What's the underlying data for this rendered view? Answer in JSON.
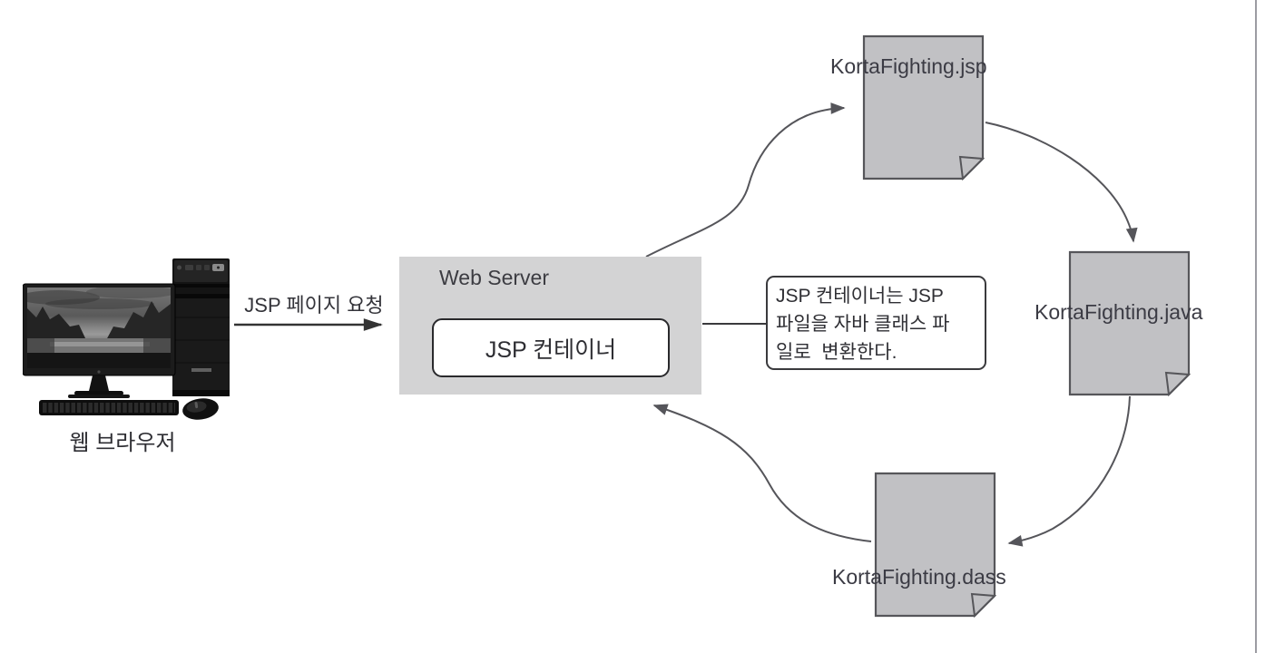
{
  "browser": {
    "label": "웹 브라우저"
  },
  "request_arrow": {
    "label": "JSP 페이지 요청"
  },
  "web_server": {
    "title": "Web Server",
    "container_label": "JSP 컨테이너"
  },
  "callout": {
    "lines": [
      "JSP 컨테이너는 JSP",
      "파일을 자바 클래스 파",
      "일로  변환한다."
    ]
  },
  "documents": {
    "jsp": {
      "label": "KortaFighting.jsp"
    },
    "java": {
      "label": "KortaFighting.java"
    },
    "class_file": {
      "label": "KortaFighting.dass"
    }
  },
  "colors": {
    "document_fill": "#c1c1c4",
    "document_border": "#56565a",
    "server_fill": "#d3d3d4",
    "container_border": "#29292c",
    "arrow": "#55555a",
    "request_arrow": "#333333",
    "text": "#3b3b44",
    "page_border": "#9c9ca2"
  }
}
